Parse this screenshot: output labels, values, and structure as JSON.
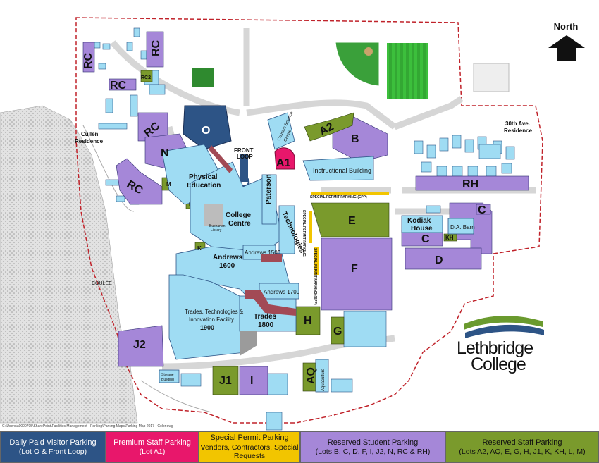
{
  "colors": {
    "visitor": "#2d5486",
    "premium": "#e8176b",
    "special": "#f2c500",
    "student": "#a587d8",
    "staff": "#7a9a2c",
    "building": "#9fdcf3",
    "road": "#dcdcdc",
    "boundary": "#c0222a",
    "coulee": "#c9c9c9"
  },
  "north": {
    "label": "North",
    "icon": "north-arrow-icon"
  },
  "logo": {
    "line1": "Lethbridge",
    "line2": "College",
    "icon": "lethbridge-swoosh-icon"
  },
  "credit": "C:\\Users\\a0000705\\SharePoint\\Facilities Management - Parking\\Parking Maps\\Parking Map 2017 - Color.dwg",
  "lots": {
    "O": "O",
    "A1": "A1",
    "A2": "A2",
    "B": "B",
    "C": "C",
    "D": "D",
    "E": "E",
    "F": "F",
    "G": "G",
    "H": "H",
    "I": "I",
    "J1": "J1",
    "J2": "J2",
    "K": "K",
    "KH": "KH",
    "L": "L",
    "M": "M",
    "N": "N",
    "RC": "RC",
    "RH": "RH",
    "AQ": "AQ",
    "RC2": "RC2"
  },
  "buildings": {
    "physical_education": [
      "Physical",
      "Education"
    ],
    "college_centre": [
      "College",
      "Centre"
    ],
    "paterson": "Paterson",
    "technologies": "Technologies",
    "andrews_1600": [
      "Andrews",
      "1600"
    ],
    "andrews_1500": "Andrews 1500",
    "andrews_1700": "Andrews 1700",
    "trades_1800": [
      "Trades",
      "1800"
    ],
    "ttif_1900": [
      "Trades, Technologies &",
      "Innovation Facility",
      "1900"
    ],
    "instructional": "Instructional Building",
    "cousins": [
      "Cousins Science",
      "Centre"
    ],
    "kodiak": [
      "Kodiak",
      "House"
    ],
    "da_barn": "D.A. Barn",
    "aquaculture": "Aquaculture",
    "storage": [
      "Storage",
      "Building"
    ],
    "buchanan": [
      "Buchanan",
      "Library"
    ]
  },
  "places": {
    "front_loop": [
      "FRONT",
      "LOOP"
    ],
    "cullen": [
      "Cullen",
      "Residence"
    ],
    "ave30": [
      "30th Ave.",
      "Residence"
    ],
    "coulee": "COULEE",
    "epp_h": "SPECIAL PERMIT PARKING (EPP)",
    "epp_v": "SPECIAL PERMIT PARKING (EPP)",
    "special_v2": "SPECIAL PERMIT PARKING"
  },
  "legend": [
    {
      "title": "Daily Paid Visitor Parking",
      "sub": "(Lot O & Front Loop)",
      "bg": "#2d5486",
      "fg": "#ffffff",
      "w": 150
    },
    {
      "title": "Premium Staff Parking",
      "sub": "(Lot A1)",
      "bg": "#e8176b",
      "fg": "#ffffff",
      "w": 132
    },
    {
      "title": "Special Permit Parking",
      "sub": "Vendors, Contractors, Special Requests",
      "bg": "#f2c500",
      "fg": "#111111",
      "w": 144
    },
    {
      "title": "Reserved Student Parking",
      "sub": "(Lots B, C, D, F, I, J2, N, RC & RH)",
      "bg": "#a587d8",
      "fg": "#111111",
      "w": 206
    },
    {
      "title": "Reserved Staff Parking",
      "sub": "(Lots A2, AQ, E, G, H, J1, K, KH, L, M)",
      "bg": "#7a9a2c",
      "fg": "#111111",
      "w": 218
    }
  ]
}
